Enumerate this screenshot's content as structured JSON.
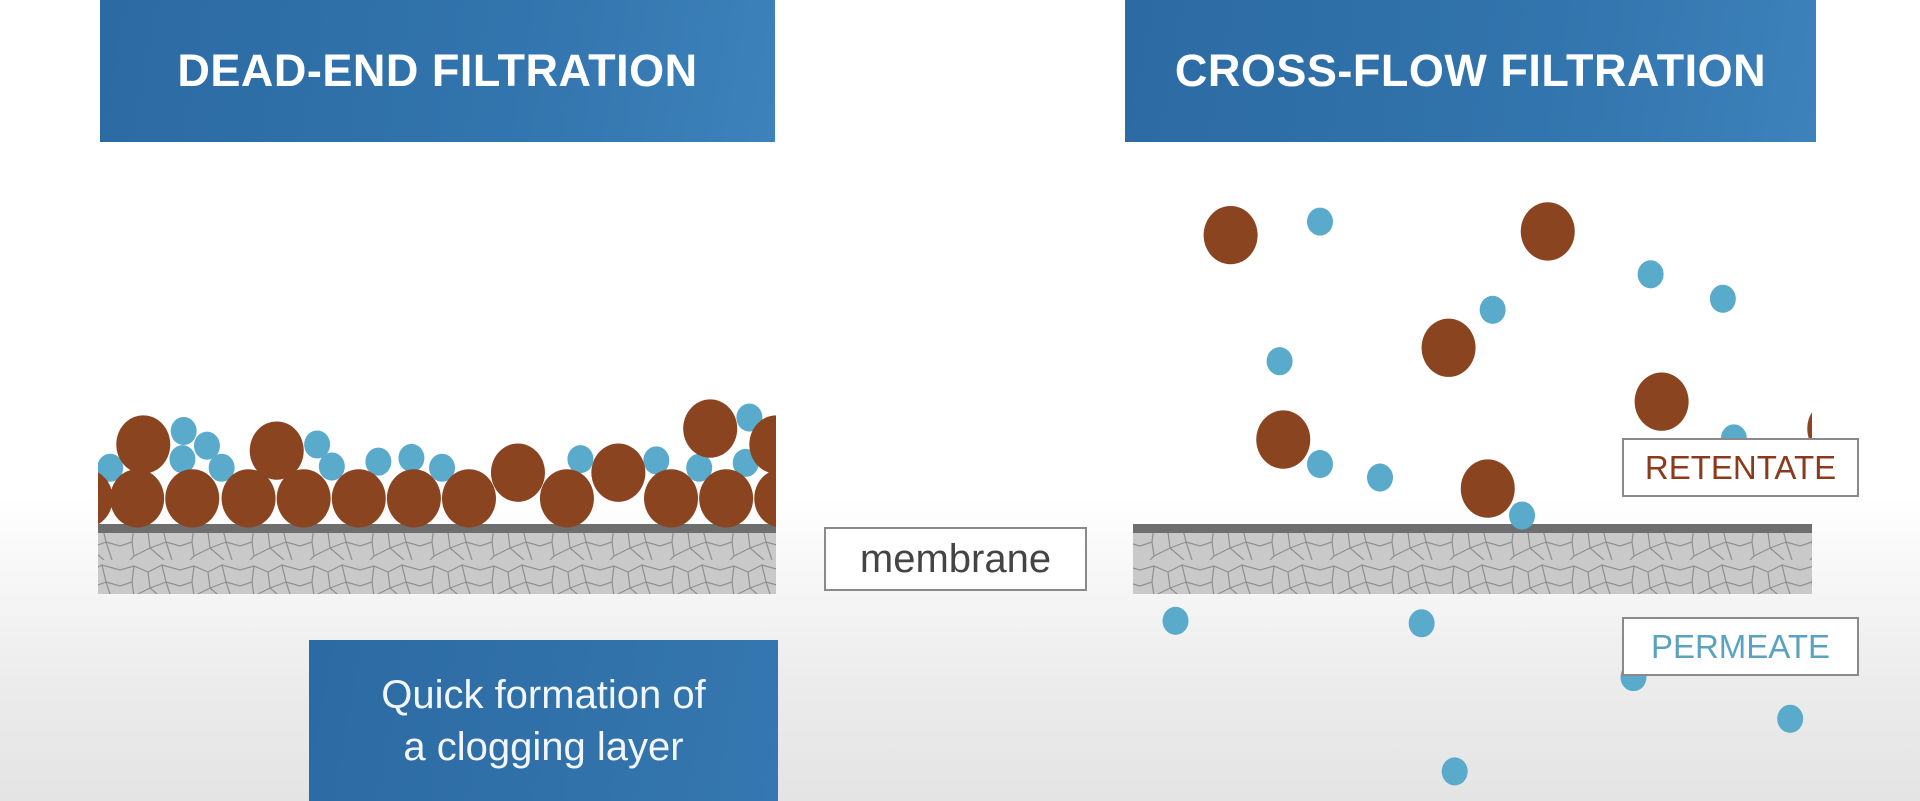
{
  "left_panel": {
    "title": "DEAD-END FILTRATION",
    "caption_line1": "Quick formation of",
    "caption_line2": "a clogging layer"
  },
  "right_panel": {
    "title": "CROSS-FLOW FILTRATION",
    "retentate_label": "RETENTATE",
    "permeate_label": "PERMEATE"
  },
  "membrane_label": "membrane",
  "colors": {
    "title_blue": "#2f6fa8",
    "large_particle": "#8b4420",
    "small_particle": "#5aaacc",
    "membrane": "#9a9a9a",
    "retentate_text": "#8b3a1c",
    "permeate_text": "#5aa2c0"
  }
}
